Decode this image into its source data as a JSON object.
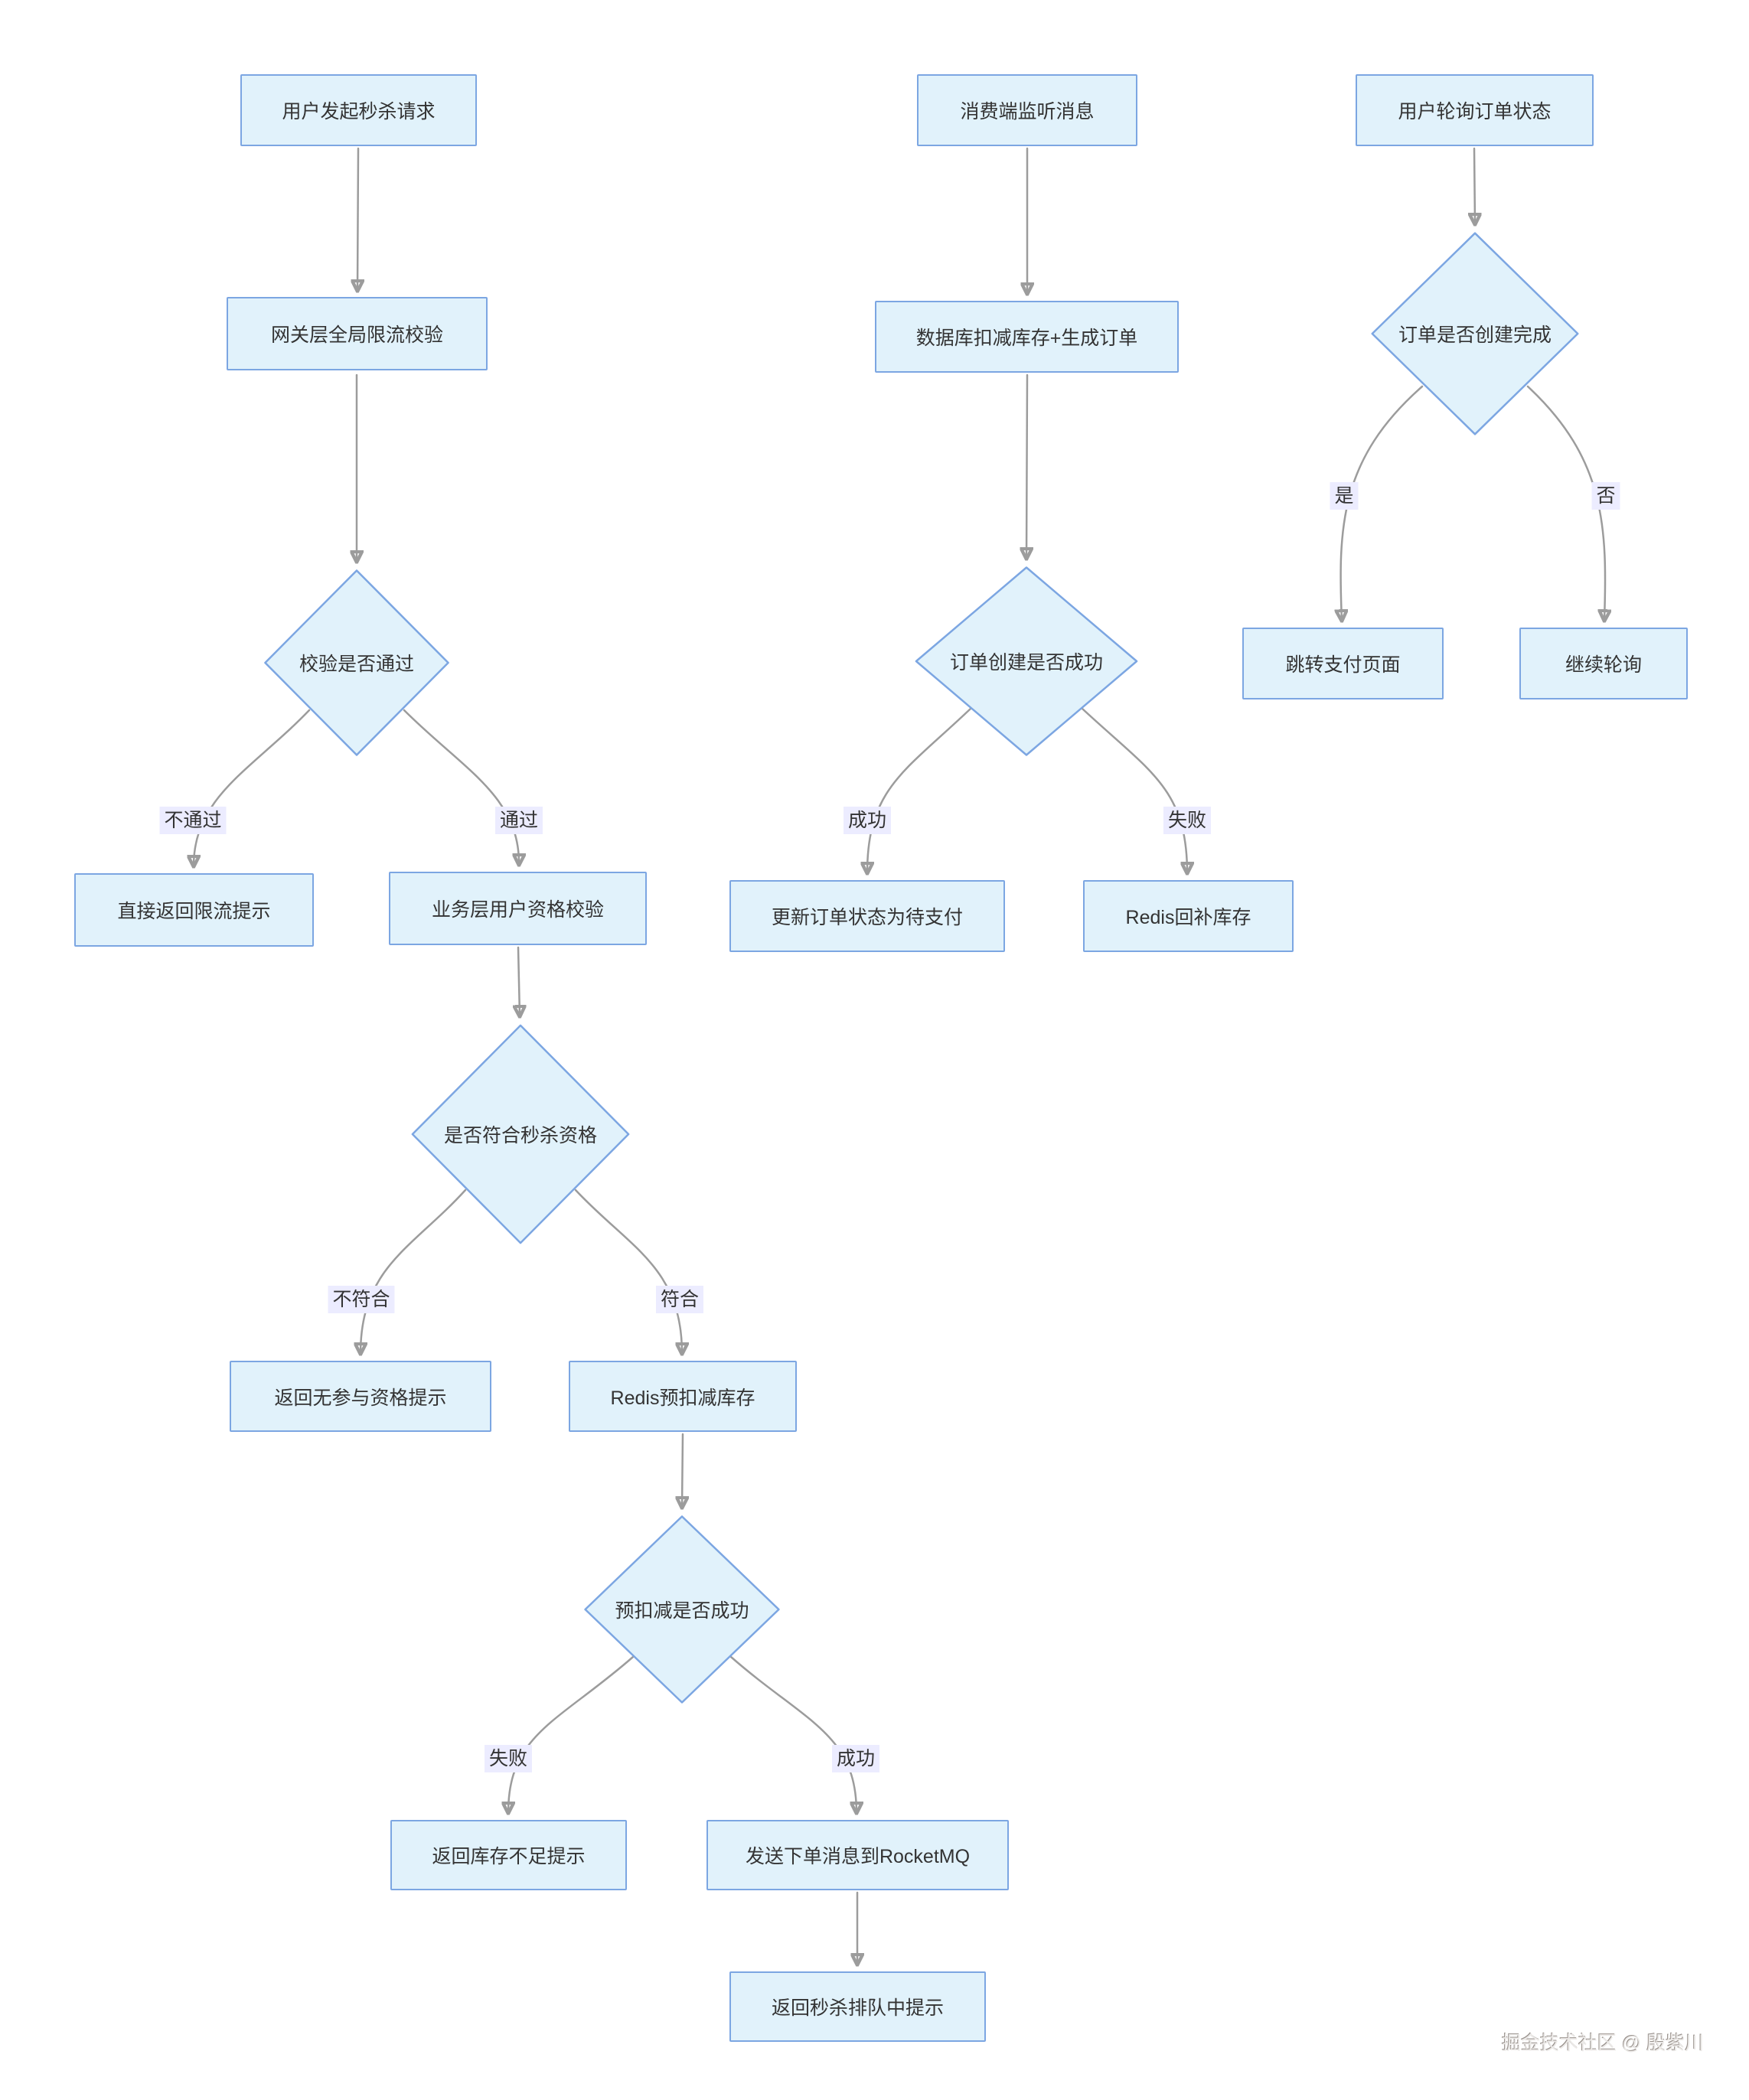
{
  "colors": {
    "background": "#ffffff",
    "node_fill": "#e1f2fb",
    "node_border": "#7ca6e2",
    "node_text": "#333333",
    "edge_line": "#9c9c9c",
    "edge_label_bg": "#ececff",
    "edge_label_text": "#333333"
  },
  "nodes": {
    "user_initiate": "用户发起秒杀请求",
    "gateway_limit": "网关层全局限流校验",
    "check_pass": "校验是否通过",
    "return_limit": "直接返回限流提示",
    "biz_qualification": "业务层用户资格校验",
    "qualify_decision": "是否符合秒杀资格",
    "return_no_qualification": "返回无参与资格提示",
    "redis_pre_deduct": "Redis预扣减库存",
    "pre_deduct_decision": "预扣减是否成功",
    "return_no_stock": "返回库存不足提示",
    "send_mq": "发送下单消息到RocketMQ",
    "return_queueing": "返回秒杀排队中提示",
    "consumer_listen": "消费端监听消息",
    "db_deduct_order": "数据库扣减库存+生成订单",
    "order_create_decision": "订单创建是否成功",
    "update_order_pending": "更新订单状态为待支付",
    "redis_restock": "Redis回补库存",
    "user_poll": "用户轮询订单状态",
    "order_done_decision": "订单是否创建完成",
    "goto_pay": "跳转支付页面",
    "continue_poll": "继续轮询"
  },
  "edge_labels": {
    "no_pass": "不通过",
    "pass": "通过",
    "not_qualify": "不符合",
    "qualify": "符合",
    "fail": "失败",
    "success": "成功",
    "yes": "是",
    "no": "否"
  },
  "watermark": "掘金技术社区 @ 殷紫川"
}
